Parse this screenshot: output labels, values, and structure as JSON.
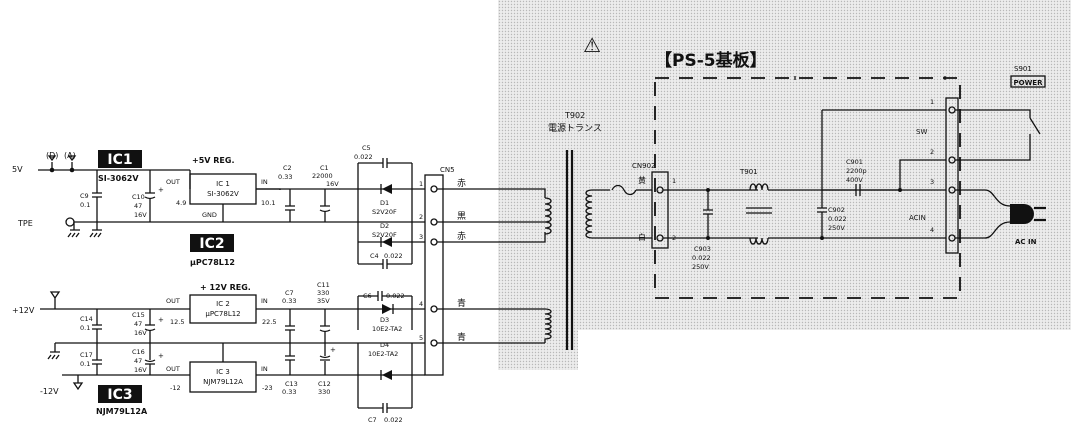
{
  "ic_badges": {
    "ic1": "IC1",
    "ic2": "IC2",
    "ic3": "IC3"
  },
  "ic_parts": {
    "ic1": "SI-3062V",
    "ic2": "μPC78L12",
    "ic3": "NJM79L12A"
  },
  "power_rails": {
    "v5": "5V",
    "tpe": "TPE",
    "p12": "+12V",
    "m12": "-12V"
  },
  "test_points": {
    "d": "(D)",
    "a": "(A)"
  },
  "regulators": {
    "reg5": {
      "title": "+5V REG.",
      "name": "IC 1",
      "part": "SI-3062V",
      "out": "OUT",
      "in": "IN",
      "gnd": "GND",
      "out_v": "4.9",
      "in_v": "10.1"
    },
    "reg12": {
      "title": "+ 12V REG.",
      "name": "IC 2",
      "part": "μPC78L12",
      "out": "OUT",
      "in": "IN",
      "out_v": "12.5",
      "in_v": "22.5"
    },
    "regm12": {
      "name": "IC 3",
      "part": "NJM79L12A",
      "out": "OUT",
      "in": "IN",
      "out_v": "-12",
      "in_v": "-23"
    }
  },
  "components": {
    "c9": {
      "name": "C9",
      "val": "0.1"
    },
    "c10": {
      "name": "C10",
      "val1": "47",
      "val2": "16V"
    },
    "c2": {
      "name": "C2",
      "val": "0.33"
    },
    "c1": {
      "name": "C1",
      "val1": "22000",
      "val2": "16V"
    },
    "c5": {
      "name": "C5",
      "val": "0.022"
    },
    "d1": {
      "name": "D1",
      "part": "S2V20F"
    },
    "d2": {
      "name": "D2",
      "part": "S2V20F"
    },
    "c4": {
      "name": "C4",
      "val": "0.022"
    },
    "c14": {
      "name": "C14",
      "val": "0.1"
    },
    "c15": {
      "name": "C15",
      "val1": "47",
      "val2": "16V"
    },
    "c7a": {
      "name": "C7",
      "val": "0.33"
    },
    "c11": {
      "name": "C11",
      "val1": "330",
      "val2": "35V"
    },
    "c6": {
      "name": "C6",
      "val": "0.022"
    },
    "d3": {
      "name": "D3",
      "part": "10E2-TA2"
    },
    "c17": {
      "name": "C17",
      "val": "0.1"
    },
    "c16": {
      "name": "C16",
      "val1": "47",
      "val2": "16V"
    },
    "c13": {
      "name": "C13",
      "val": "0.33"
    },
    "c12": {
      "name": "C12",
      "val": "330"
    },
    "d4": {
      "name": "D4",
      "part": "10E2-TA2"
    },
    "c7b": {
      "name": "C7",
      "val": "0.022"
    }
  },
  "connector_cn5": {
    "name": "CN5",
    "pins": [
      "1",
      "2",
      "3",
      "4",
      "5"
    ],
    "colors": [
      "赤",
      "黒",
      "赤",
      "青",
      "青"
    ]
  },
  "transformer_t902": {
    "name": "T902",
    "desc": "電源トランス"
  },
  "board": {
    "warning_symbol": "⚠",
    "title": "【PS-5基板】",
    "cn902": {
      "name": "CN902",
      "pin1": "1",
      "pin2": "2",
      "color1": "黄",
      "color2": "白"
    },
    "t901": "T901",
    "c901": {
      "name": "C901",
      "val1": "2200p",
      "val2": "400V"
    },
    "c902": {
      "name": "C902",
      "val1": "0.022",
      "val2": "250V"
    },
    "c903": {
      "name": "C903",
      "val1": "0.022",
      "val2": "250V"
    },
    "sw_label": "SW",
    "acin_label": "ACIN",
    "terminal_pins": [
      "1",
      "2",
      "3",
      "4"
    ]
  },
  "s901": {
    "name": "S901",
    "label": "POWER"
  },
  "ac_in": "AC IN"
}
